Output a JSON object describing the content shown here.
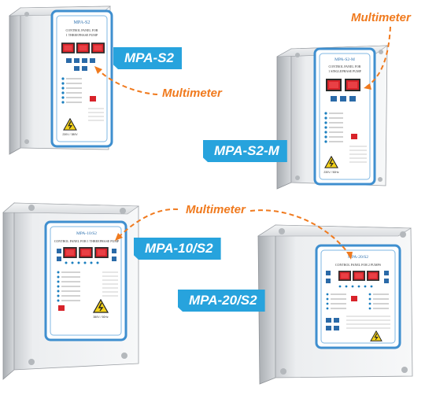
{
  "products": [
    {
      "model": "MPA-S2",
      "panel_title": "MPA-S2",
      "panel_caption": "Control Panel for 1 ThreePhase Pump"
    },
    {
      "model": "MPA-S2-M",
      "panel_title": "MPA-S2-M",
      "panel_caption": "Control Panel for 1 SinglePhase Pump"
    },
    {
      "model": "MPA-10/S2",
      "panel_title": "MPA-10/S2",
      "panel_caption": "Control Panel for 1 ThreePhase Pump"
    },
    {
      "model": "MPA-20/S2",
      "panel_title": "MPA-20/S2",
      "panel_caption": "Control Panel for 2 Pumps"
    }
  ],
  "callouts": {
    "multimeter_1": "Multimeter",
    "multimeter_2": "Multimeter",
    "multimeter_3": "Multimeter"
  },
  "colors": {
    "label_blue": "#27a3dd",
    "callout_orange": "#f07a1e",
    "display_red": "#d8232a",
    "panel_border_blue": "#3f8fcf"
  }
}
